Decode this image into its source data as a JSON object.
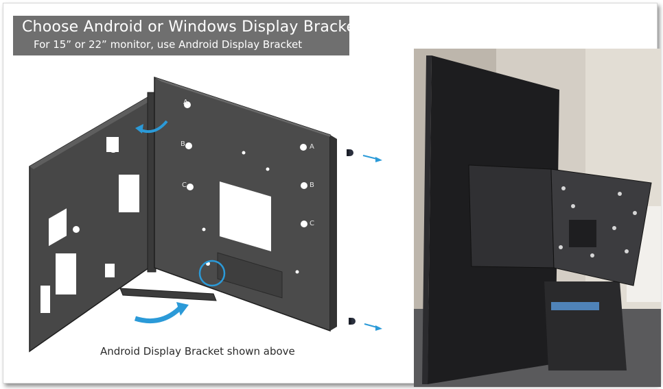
{
  "banner": {
    "title": "Choose Android or Windows Display Bracket",
    "subtitle": "For 15” or 22” monitor, use Android Display Bracket"
  },
  "diagram": {
    "hole_labels": [
      "A",
      "A",
      "B",
      "B",
      "C",
      "C"
    ],
    "arrow_color": "#2b9ad8",
    "metal_color": "#4a4a4a"
  },
  "caption": "Android Display Bracket shown above",
  "colors": {
    "banner_bg": "#6f6f6f",
    "banner_text": "#ffffff"
  }
}
